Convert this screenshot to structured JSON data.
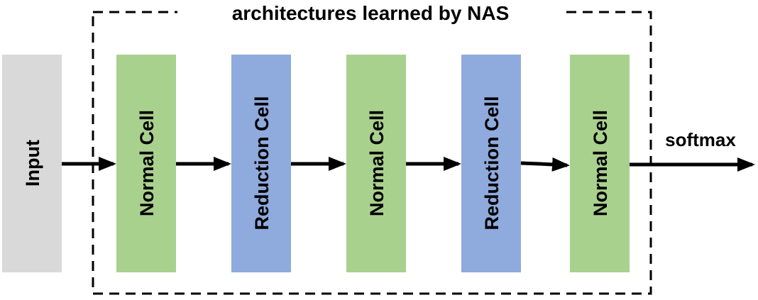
{
  "title": "architectures learned by NAS",
  "input_label": "Input",
  "output_label": "softmax",
  "cells": [
    {
      "label": "Normal Cell",
      "type": "normal"
    },
    {
      "label": "Reduction Cell",
      "type": "reduction"
    },
    {
      "label": "Normal Cell",
      "type": "normal"
    },
    {
      "label": "Reduction Cell",
      "type": "reduction"
    },
    {
      "label": "Normal Cell",
      "type": "normal"
    }
  ],
  "colors": {
    "input": "#d9d9d9",
    "normal": "#a9d18e",
    "reduction": "#8faadc",
    "stroke": "#000000"
  }
}
